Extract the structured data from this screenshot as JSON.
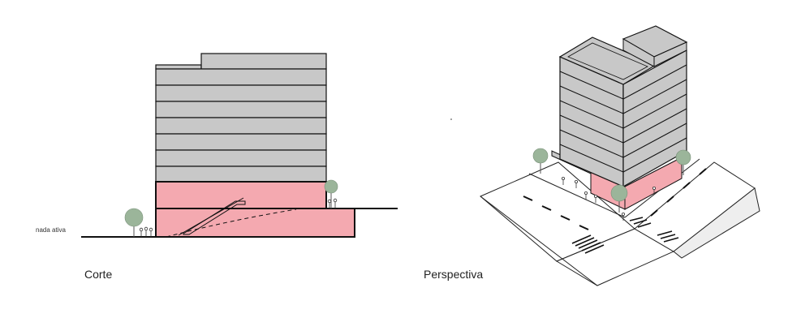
{
  "section": {
    "caption": "Corte",
    "side_label": "nada ativa"
  },
  "perspective": {
    "caption": "Perspectiva"
  },
  "colors": {
    "tower_gray": "#c8c8c8",
    "podium_pink": "#f4a9b0",
    "outline": "#111111",
    "tree": "#9bb59a",
    "road": "#ffffff",
    "line": "#222222"
  }
}
